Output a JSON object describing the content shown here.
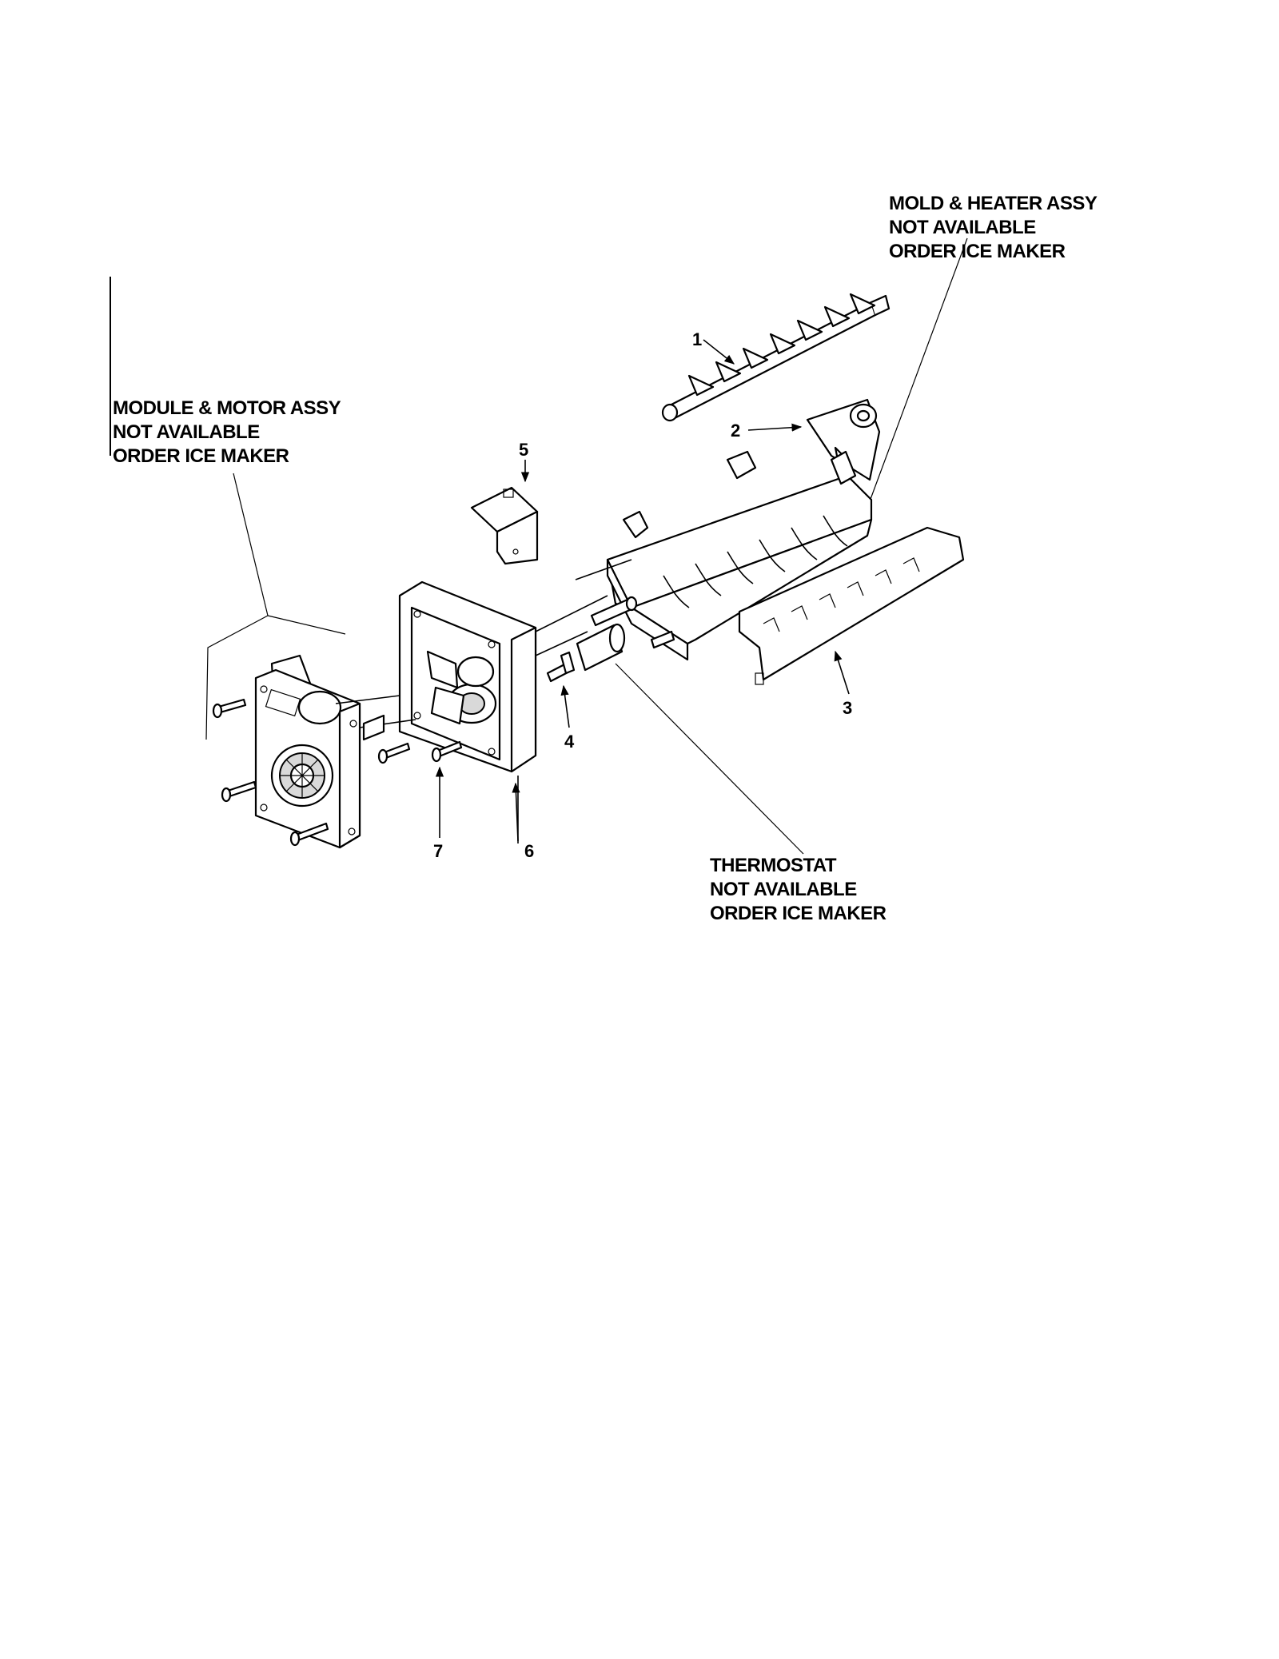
{
  "callouts": {
    "mold_heater": [
      "MOLD & HEATER ASSY",
      "NOT AVAILABLE",
      "ORDER ICE MAKER"
    ],
    "module_motor": [
      "MODULE & MOTOR ASSY",
      "NOT AVAILABLE",
      "ORDER ICE MAKER"
    ],
    "thermostat": [
      "THERMOSTAT",
      "NOT AVAILABLE",
      "ORDER ICE MAKER"
    ]
  },
  "part_numbers": [
    "1",
    "2",
    "3",
    "4",
    "5",
    "6",
    "7"
  ]
}
